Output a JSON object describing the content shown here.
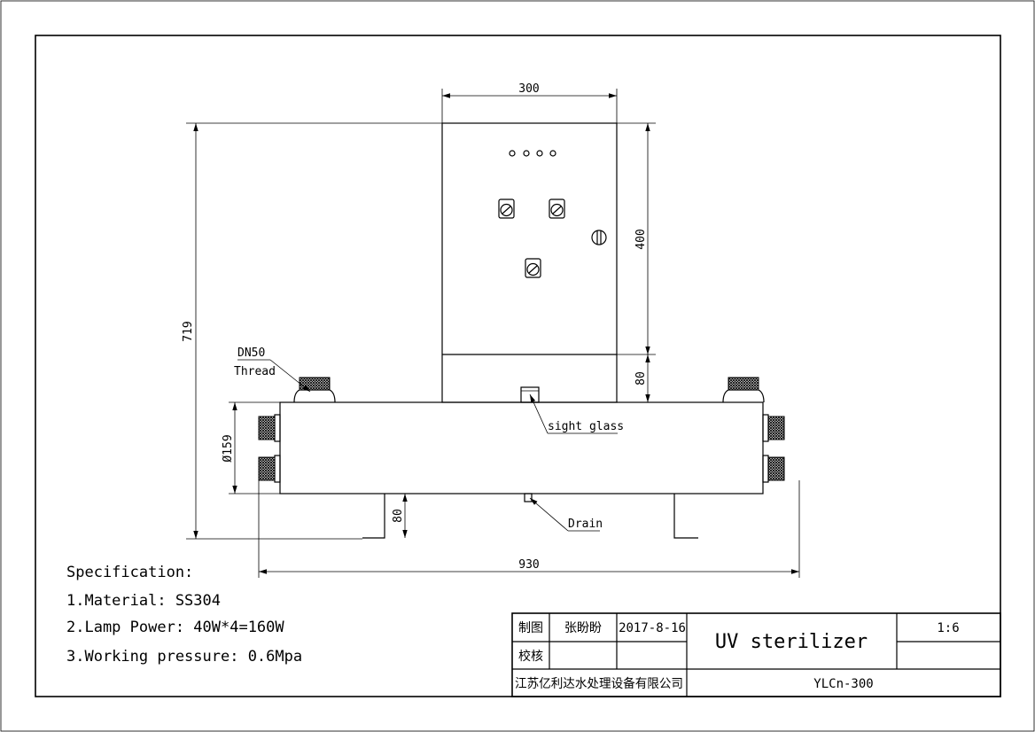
{
  "drawing": {
    "dimensions": {
      "cabinet_width": "300",
      "cabinet_height": "400",
      "base_height": "80",
      "overall_height": "719",
      "diameter": "Ø159",
      "leg_height": "80",
      "overall_length": "930"
    },
    "labels": {
      "dn50": "DN50",
      "thread": "Thread",
      "sight_glass": "sight glass",
      "drain": "Drain"
    }
  },
  "specification": {
    "heading": "Specification:",
    "lines": [
      "1.Material: SS304",
      "2.Lamp Power: 40W*4=160W",
      "3.Working pressure: 0.6Mpa"
    ]
  },
  "title_block": {
    "drawn_label": "制图",
    "drawn_by": "张盼盼",
    "date": "2017-8-16",
    "check_label": "校核",
    "company": "江苏亿利达水处理设备有限公司",
    "title": "UV sterilizer",
    "scale": "1:6",
    "model": "YLCn-300"
  }
}
